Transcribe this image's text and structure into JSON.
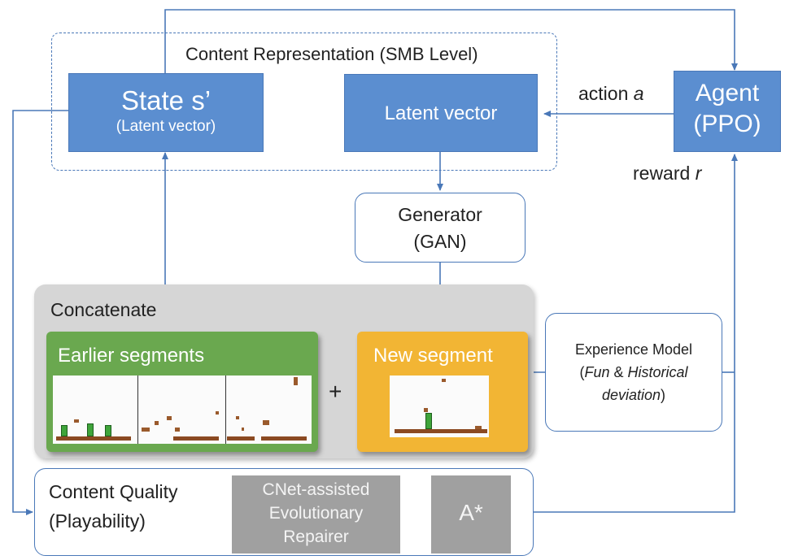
{
  "content_representation": {
    "label": "Content Representation (SMB Level)"
  },
  "state": {
    "title": "State s’",
    "subtitle": "(Latent vector)"
  },
  "latent": {
    "label": "Latent vector"
  },
  "agent": {
    "line1": "Agent",
    "line2": "(PPO)"
  },
  "action": {
    "word": "action",
    "symbol": "a"
  },
  "reward": {
    "word": "reward",
    "symbol": "r"
  },
  "generator": {
    "line1": "Generator",
    "line2": "(GAN)"
  },
  "concatenate": {
    "label": "Concatenate"
  },
  "earlier": {
    "label": "Earlier segments"
  },
  "plus": {
    "label": "+"
  },
  "new_segment": {
    "label": "New segment"
  },
  "experience": {
    "line1": "Experience Model",
    "open": "(",
    "fun": "Fun",
    "amp": " & ",
    "hist": "Historical",
    "deviation": "deviation",
    "close": ")"
  },
  "quality": {
    "line1": "Content Quality",
    "line2": "(Playability)"
  },
  "repairer": {
    "line1": "CNet-assisted",
    "line2": "Evolutionary",
    "line3": "Repairer"
  },
  "astar": {
    "label": "A*"
  },
  "colors": {
    "blue": "#5b8ed0",
    "green": "#6aa84f",
    "orange": "#f2b534",
    "gray": "#a0a0a0",
    "line": "#4a78b8"
  }
}
